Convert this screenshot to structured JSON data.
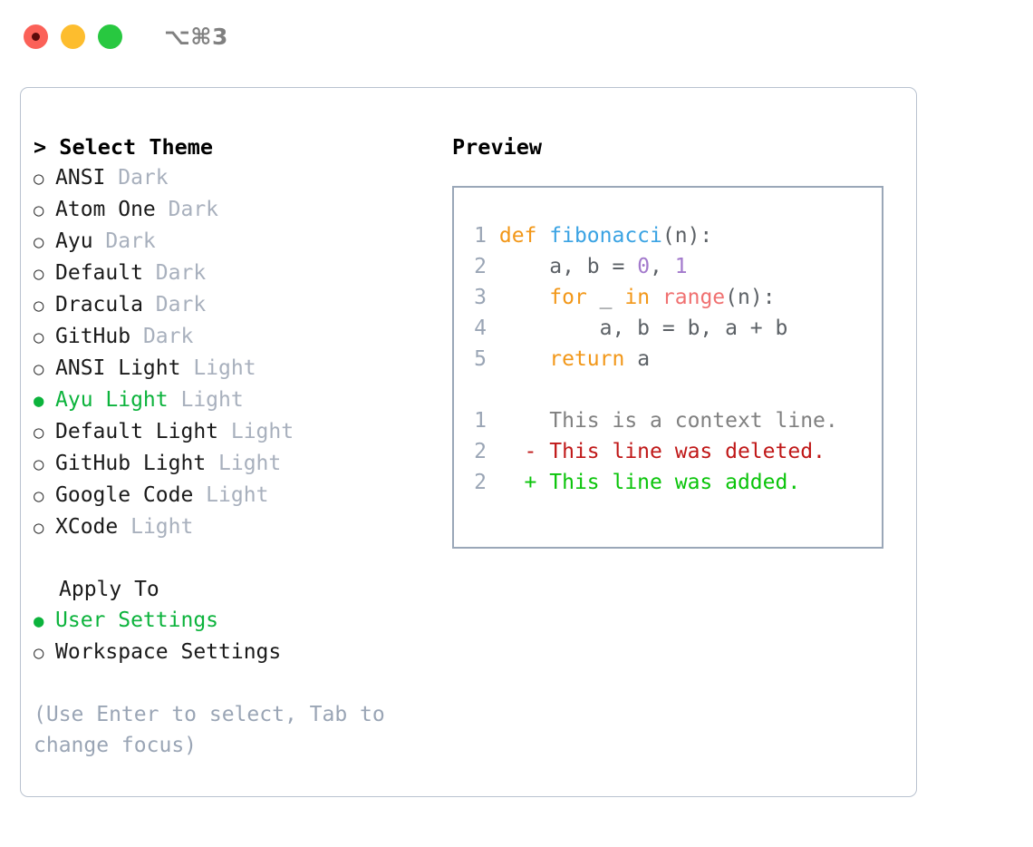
{
  "titlebar": {
    "shortcut": "⌥⌘3",
    "buttons": {
      "close": "close",
      "minimize": "minimize",
      "maximize": "maximize"
    }
  },
  "theme_picker": {
    "heading": "> Select Theme",
    "marker_selected": "●",
    "marker_unselected": "○",
    "items": [
      {
        "name": "ANSI",
        "kind": "Dark",
        "selected": false
      },
      {
        "name": "Atom One",
        "kind": "Dark",
        "selected": false
      },
      {
        "name": "Ayu",
        "kind": "Dark",
        "selected": false
      },
      {
        "name": "Default",
        "kind": "Dark",
        "selected": false
      },
      {
        "name": "Dracula",
        "kind": "Dark",
        "selected": false
      },
      {
        "name": "GitHub",
        "kind": "Dark",
        "selected": false
      },
      {
        "name": "ANSI Light",
        "kind": "Light",
        "selected": false
      },
      {
        "name": "Ayu Light",
        "kind": "Light",
        "selected": true
      },
      {
        "name": "Default Light",
        "kind": "Light",
        "selected": false
      },
      {
        "name": "GitHub Light",
        "kind": "Light",
        "selected": false
      },
      {
        "name": "Google Code",
        "kind": "Light",
        "selected": false
      },
      {
        "name": "XCode",
        "kind": "Light",
        "selected": false
      }
    ]
  },
  "apply_to": {
    "heading": "Apply To",
    "items": [
      {
        "name": "User Settings",
        "selected": true
      },
      {
        "name": "Workspace Settings",
        "selected": false
      }
    ]
  },
  "hint": "(Use Enter to select, Tab to change focus)",
  "preview": {
    "title": "Preview",
    "code_lines": [
      {
        "num": "1",
        "tokens": [
          {
            "t": "def ",
            "c": "kw"
          },
          {
            "t": "fibonacci",
            "c": "fn"
          },
          {
            "t": "(n):",
            "c": "pl"
          }
        ]
      },
      {
        "num": "2",
        "tokens": [
          {
            "t": "    a, b = ",
            "c": "pl"
          },
          {
            "t": "0",
            "c": "num"
          },
          {
            "t": ", ",
            "c": "pl"
          },
          {
            "t": "1",
            "c": "num"
          }
        ]
      },
      {
        "num": "3",
        "tokens": [
          {
            "t": "    ",
            "c": "pl"
          },
          {
            "t": "for",
            "c": "kw"
          },
          {
            "t": " _ ",
            "c": "pl"
          },
          {
            "t": "in",
            "c": "kw"
          },
          {
            "t": " ",
            "c": "pl"
          },
          {
            "t": "range",
            "c": "bi"
          },
          {
            "t": "(n):",
            "c": "pl"
          }
        ]
      },
      {
        "num": "4",
        "tokens": [
          {
            "t": "        a, b = b, a + b",
            "c": "pl"
          }
        ]
      },
      {
        "num": "5",
        "tokens": [
          {
            "t": "    ",
            "c": "pl"
          },
          {
            "t": "return",
            "c": "kw"
          },
          {
            "t": " a",
            "c": "pl"
          }
        ]
      }
    ],
    "diff_lines": [
      {
        "num": "1",
        "marker": " ",
        "text": "This is a context line.",
        "kind": "ctx"
      },
      {
        "num": "2",
        "marker": "-",
        "text": "This line was deleted.",
        "kind": "del"
      },
      {
        "num": "2",
        "marker": "+",
        "text": "This line was added.",
        "kind": "add"
      }
    ]
  },
  "colors": {
    "accent_green": "#0cb33c",
    "muted": "#a8b0bd",
    "hint": "#9aa5b5",
    "panel_border": "#b9c2cf",
    "preview_border": "#9aa7b8",
    "keyword": "#f29718",
    "function": "#3aa3e3",
    "number": "#a37acc",
    "builtin": "#f07171",
    "plain": "#5c6166",
    "diff_add": "#0ac40a",
    "diff_del": "#c01818",
    "diff_ctx": "#808080",
    "light_close": "#fb6158",
    "light_min": "#fdbd2e",
    "light_max": "#28c840"
  }
}
